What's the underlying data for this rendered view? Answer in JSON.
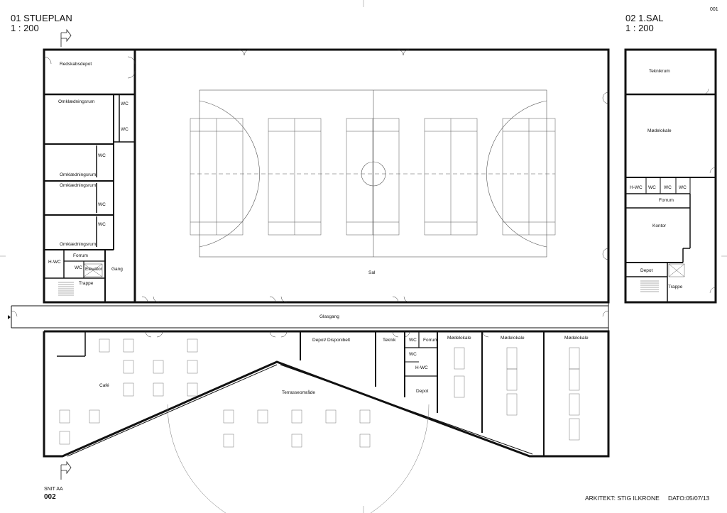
{
  "sheet": {
    "page_number": "001",
    "footer_left_caption": "SNIT AA",
    "footer_left_number": "002",
    "architect": "ARKITEKT:  STIG ILKRONE",
    "date": "DATO:05/07/13"
  },
  "ground_floor": {
    "title": "01 STUEPLAN",
    "scale": "1 : 200",
    "rooms": {
      "redskabsdepot": "Redskabsdepot",
      "omkl1": "Omklædningsrum",
      "omkl2": "Omklædningsrum",
      "omkl3": "Omklædningsrum",
      "omkl4": "Omklædningsrum",
      "wc1": "WC",
      "wc2": "WC",
      "wc3": "WC",
      "wc4": "WC",
      "wc5": "WC",
      "wc6": "WC",
      "forrum": "Forrum",
      "hwc": "H-WC",
      "elevator": "Elevator",
      "gang": "Gang",
      "trappe": "Trappe",
      "sal": "Sal",
      "glasgang": "Glasgang",
      "cafe": "Café",
      "depot_disponibelt": "Depot/ Disponibelt",
      "terrasse": "Terrasseområde",
      "teknik": "Teknik",
      "wc7": "WC",
      "forrum2": "Forrum",
      "wc8": "WC",
      "hwc2": "H-WC",
      "depot": "Depot",
      "modelokale1": "Mødelokale",
      "modelokale2": "Mødelokale",
      "modelokale3": "Mødelokale"
    }
  },
  "first_floor": {
    "title": "02 1.SAL",
    "scale": "1 : 200",
    "rooms": {
      "teknikrum": "Teknikrum",
      "modelokale": "Mødelokale",
      "hwc": "H-WC",
      "wc1": "WC",
      "wc2": "WC",
      "wc3": "WC",
      "forrum": "Forrum",
      "kontor": "Kontor",
      "depot": "Depot",
      "trappe": "Trappe"
    }
  }
}
